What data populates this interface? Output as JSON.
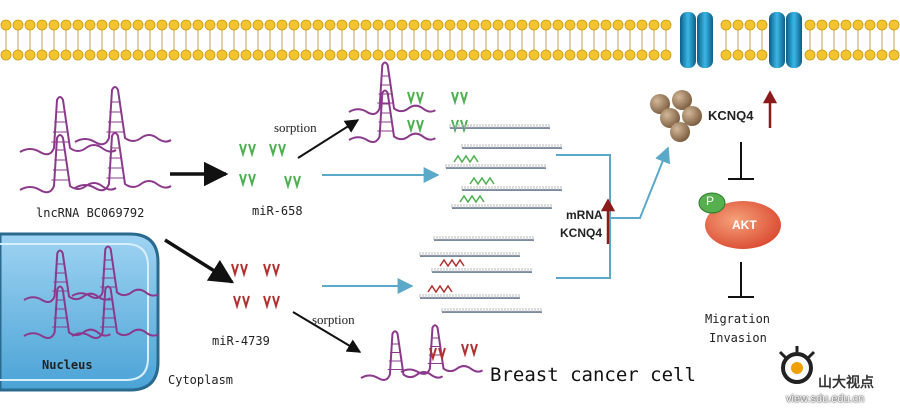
{
  "labels": {
    "lncrna": "lncRNA BC069792",
    "mir658": "miR-658",
    "mir4739": "miR-4739",
    "sorption_top": "sorption",
    "sorption_bottom": "sorption",
    "mrna_line1": "mRNA",
    "mrna_line2": "KCNQ4",
    "kcnq4_protein": "KCNQ4",
    "p": "P",
    "akt": "AKT",
    "migration": "Migration",
    "invasion": "Invasion",
    "nucleus": "Nucleus",
    "cytoplasm": "Cytoplasm",
    "breast_cancer_cell": "Breast cancer cell",
    "watermark_cn": "山大视点",
    "watermark_url": "view.sdu.edu.cn"
  },
  "colors": {
    "membrane_head": "#f4c430",
    "membrane_tail": "#c0a060",
    "channel": "#1f8fbf",
    "lncrna": "#8b3a8b",
    "mir658": "#4caf50",
    "mir4739": "#b03030",
    "flow_arrow": "#5aa9c9",
    "akt": "#e0553a",
    "phospho": "#57b04f",
    "protein_sphere": "#8a6a4a",
    "nucleus_fill": "#6bb7e0",
    "up_arrow": "#8b1a1a"
  },
  "icons": {
    "channel": "ion-channel-icon",
    "protein": "kcnq4-protein-cluster-icon",
    "logo": "sdu-logo-icon"
  }
}
